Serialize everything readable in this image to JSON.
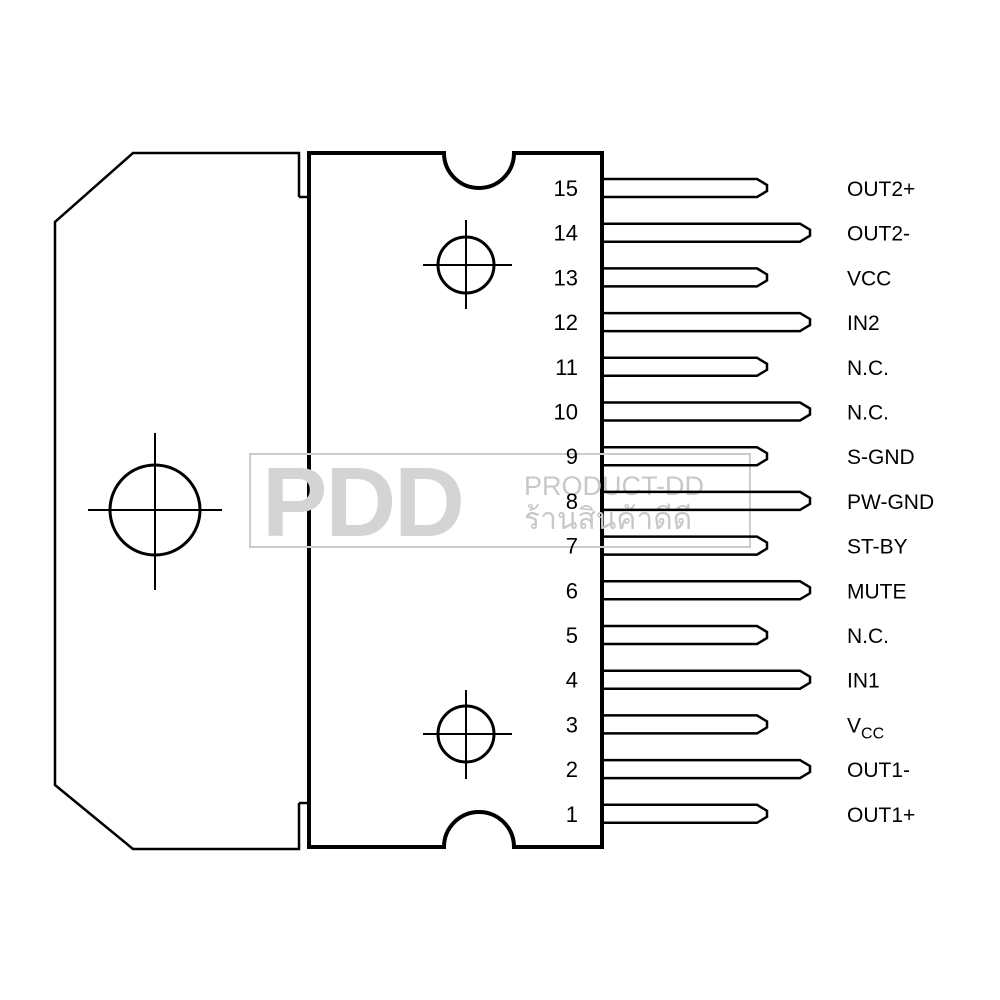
{
  "pins": [
    {
      "number": "15",
      "label": "OUT2+"
    },
    {
      "number": "14",
      "label": "OUT2-"
    },
    {
      "number": "13",
      "label": "VCC"
    },
    {
      "number": "12",
      "label": "IN2"
    },
    {
      "number": "11",
      "label": "N.C."
    },
    {
      "number": "10",
      "label": "N.C."
    },
    {
      "number": "9",
      "label": "S-GND"
    },
    {
      "number": "8",
      "label": "PW-GND"
    },
    {
      "number": "7",
      "label": "ST-BY"
    },
    {
      "number": "6",
      "label": "MUTE"
    },
    {
      "number": "5",
      "label": "N.C."
    },
    {
      "number": "4",
      "label": "IN1"
    },
    {
      "number": "3",
      "label": "V",
      "label_sub": "CC"
    },
    {
      "number": "2",
      "label": "OUT1-"
    },
    {
      "number": "1",
      "label": "OUT1+"
    }
  ],
  "watermark": {
    "logo": "PDD",
    "brand": "PRODUCT-DD",
    "thai": "ร้านสินค้าดีดี"
  }
}
